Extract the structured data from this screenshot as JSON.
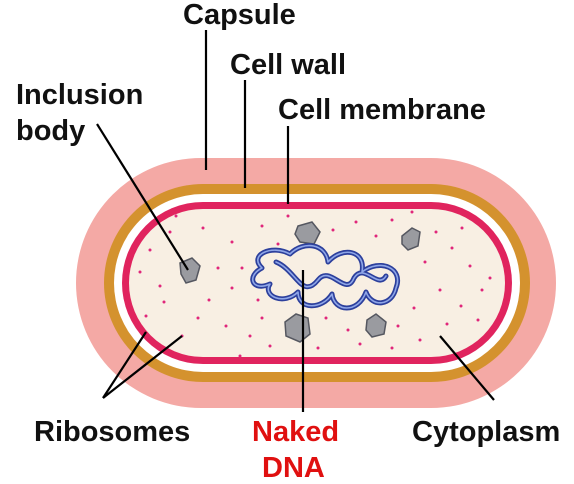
{
  "labels": {
    "capsule": "Capsule",
    "cell_wall": "Cell wall",
    "cell_membrane": "Cell membrane",
    "inclusion_line1": "Inclusion",
    "inclusion_line2": "body",
    "ribosomes": "Ribosomes",
    "dna_line1": "Naked",
    "dna_line2": "DNA",
    "cytoplasm": "Cytoplasm"
  },
  "colors": {
    "capsule": "#f4a9a5",
    "cell_wall": "#d4922e",
    "gap": "#ffffff",
    "cell_membrane": "#e0245e",
    "cytoplasm": "#f8efe3",
    "ribosome": "#e0267a",
    "inclusion_fill": "#9a9ba0",
    "inclusion_stroke": "#555760",
    "dna": "#2c3f9c",
    "label_text": "#111111",
    "dna_label_text": "#e01010"
  }
}
